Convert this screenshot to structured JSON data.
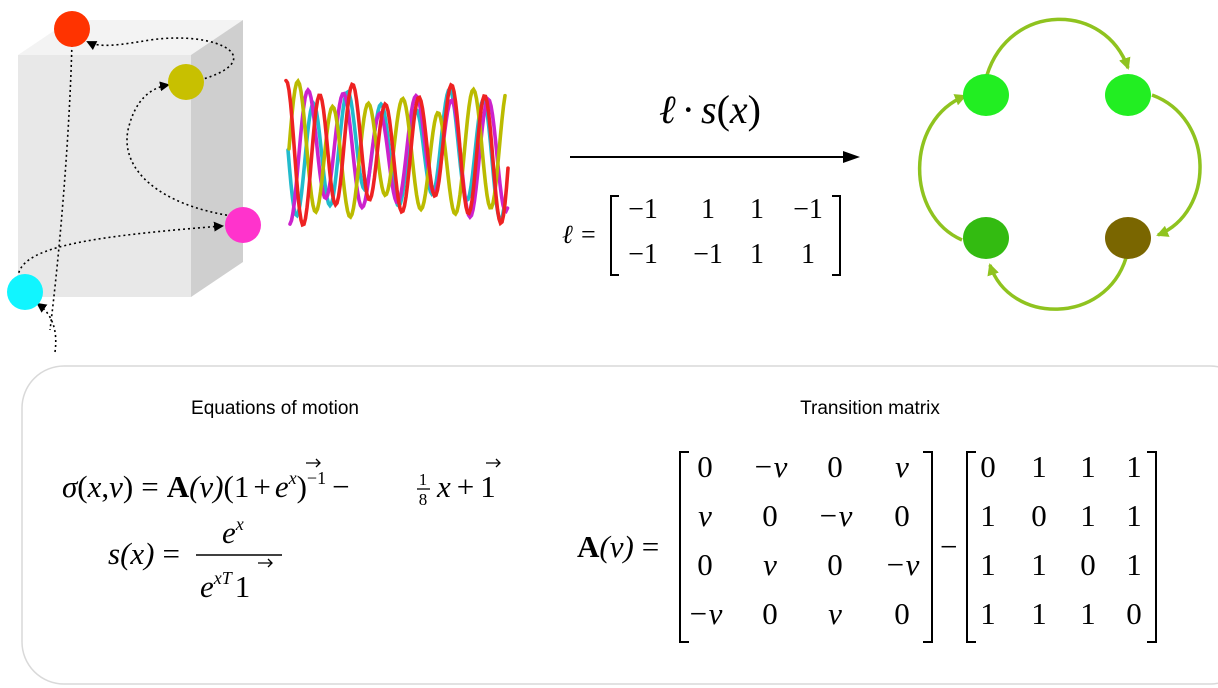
{
  "colors": {
    "red_ball": "#ff3300",
    "olive_ball": "#c8c000",
    "magenta_ball": "#ff33cc",
    "cyan_ball": "#11f5ff",
    "cube_front": "#e8e8e8",
    "cube_top": "#f3f3f3",
    "cube_side": "#cfcfcf",
    "state_bright": "#22ee22",
    "state_mid": "#33bb11",
    "state_dark": "#7a6600",
    "state_arrow": "#8fc31f",
    "panel_border": "#d9d9d9",
    "wave_red": "#ee2222",
    "wave_magenta": "#cc22cc",
    "wave_cyan": "#22bbcc",
    "wave_olive": "#bbbb00"
  },
  "mapping": {
    "operator": {
      "ell": "ℓ",
      "dot": "·",
      "func": "s",
      "lparen": "(",
      "arg": "x",
      "rparen": ")"
    },
    "ell_label": "ℓ =",
    "ell_matrix": [
      [
        "−1",
        "1",
        "1",
        "−1"
      ],
      [
        "−1",
        "−1",
        "1",
        "1"
      ]
    ]
  },
  "panel": {
    "left_title": "Equations of motion",
    "right_title": "Transition matrix",
    "sigma_equation": {
      "sigma": "σ",
      "args_open": "(",
      "x": "x",
      "comma": ",",
      "v": "v",
      "args_close": ")",
      "equals": "=",
      "A": "A",
      "v_arg": "(v)",
      "open": "(",
      "one": "1",
      "plus": "+",
      "e": "e",
      "e_exp": "x",
      "close": ")",
      "inv": "−1",
      "minus": "−",
      "frac_num": "1",
      "frac_den": "8",
      "x2": "x",
      "plus2": "+",
      "one2": "1"
    },
    "s_equation": {
      "s": "s",
      "paren_x": "(x)",
      "equals": "=",
      "num_e": "e",
      "num_exp": "x",
      "den_e": "e",
      "den_exp": "xT",
      "den_one": "1"
    },
    "A_label": {
      "A": "A",
      "v": "(v)",
      "equals": "="
    },
    "matrix_minus": "−",
    "v_matrix": [
      [
        "0",
        "−v",
        "0",
        "v"
      ],
      [
        "v",
        "0",
        "−v",
        "0"
      ],
      [
        "0",
        "v",
        "0",
        "−v"
      ],
      [
        "−v",
        "0",
        "v",
        "0"
      ]
    ],
    "ones_matrix": [
      [
        "0",
        "1",
        "1",
        "1"
      ],
      [
        "1",
        "0",
        "1",
        "1"
      ],
      [
        "1",
        "1",
        "0",
        "1"
      ],
      [
        "1",
        "1",
        "1",
        "0"
      ]
    ]
  }
}
